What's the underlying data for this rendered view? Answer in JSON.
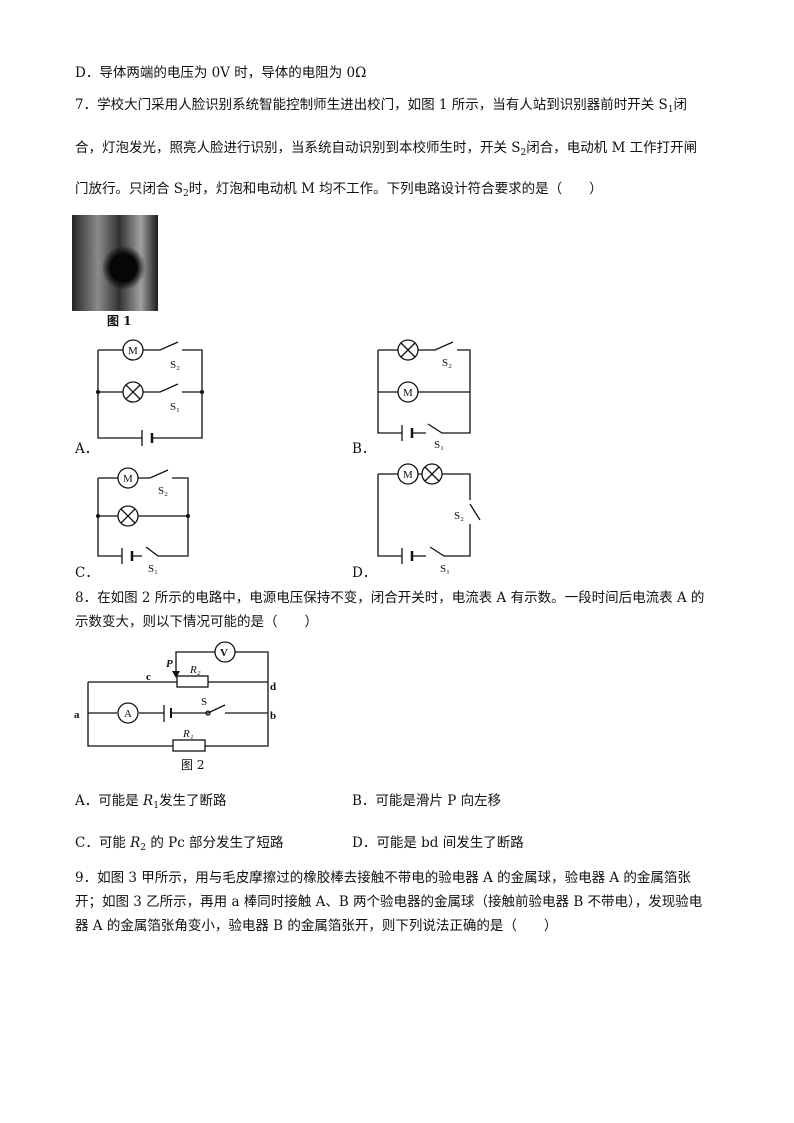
{
  "q6": {
    "option_d": "D．导体两端的电压为 0V 时，导体的电阻为 0Ω"
  },
  "q7": {
    "line1_a": "7．学校大门采用人脸识别系统智能控制师生进出校门，如图 1 所示，当有人站到识别器前时开关 S",
    "line1_sub": "1",
    "line1_b": "闭",
    "line2_a": "合，灯泡发光，照亮人脸进行识别，当系统自动识别到本校师生时，开关 S",
    "line2_sub": "2",
    "line2_b": "闭合，电动机 M 工作打开闸",
    "line3_a": "门放行。只闭合 S",
    "line3_sub": "2",
    "line3_b": "时，灯泡和电动机 M 均不工作。下列电路设计符合要求的是（　　）",
    "figure_caption": "图 1",
    "options": [
      "A．",
      "B．",
      "C．",
      "D．"
    ],
    "circuit_labels": {
      "motor": "M",
      "s1": "S₁",
      "s2": "S₂"
    }
  },
  "q8": {
    "line1": "8．在如图 2 所示的电路中，电源电压保持不变，闭合开关时，电流表 A 有示数。一段时间后电流表 A 的",
    "line2": "示数变大，则以下情况可能的是（　　）",
    "figure_caption": "图 2",
    "figure_labels": {
      "a": "a",
      "b": "b",
      "c": "c",
      "d": "d",
      "p": "P",
      "r1": "R₁",
      "r2": "R₂",
      "v": "V",
      "ammeter": "A",
      "s": "S"
    },
    "options": {
      "a_pre": "A．可能是 ",
      "a_var": "R",
      "a_sub": "1",
      "a_post": "发生了断路",
      "b": "B．可能是滑片 P 向左移",
      "c_pre": "C．可能 ",
      "c_var": "R",
      "c_sub": "2",
      "c_post": " 的 Pc 部分发生了短路",
      "d": "D．可能是 bd 间发生了断路"
    }
  },
  "q9": {
    "line1": "9．如图 3 甲所示，用与毛皮摩擦过的橡胶棒去接触不带电的验电器 A 的金属球，验电器 A 的金属箔张",
    "line2": "开；如图 3 乙所示，再用 a 棒同时接触 A、B 两个验电器的金属球（接触前验电器 B 不带电），发现验电",
    "line3": "器 A 的金属箔张角变小，验电器 B 的金属箔张开，则下列说法正确的是（　　）"
  }
}
